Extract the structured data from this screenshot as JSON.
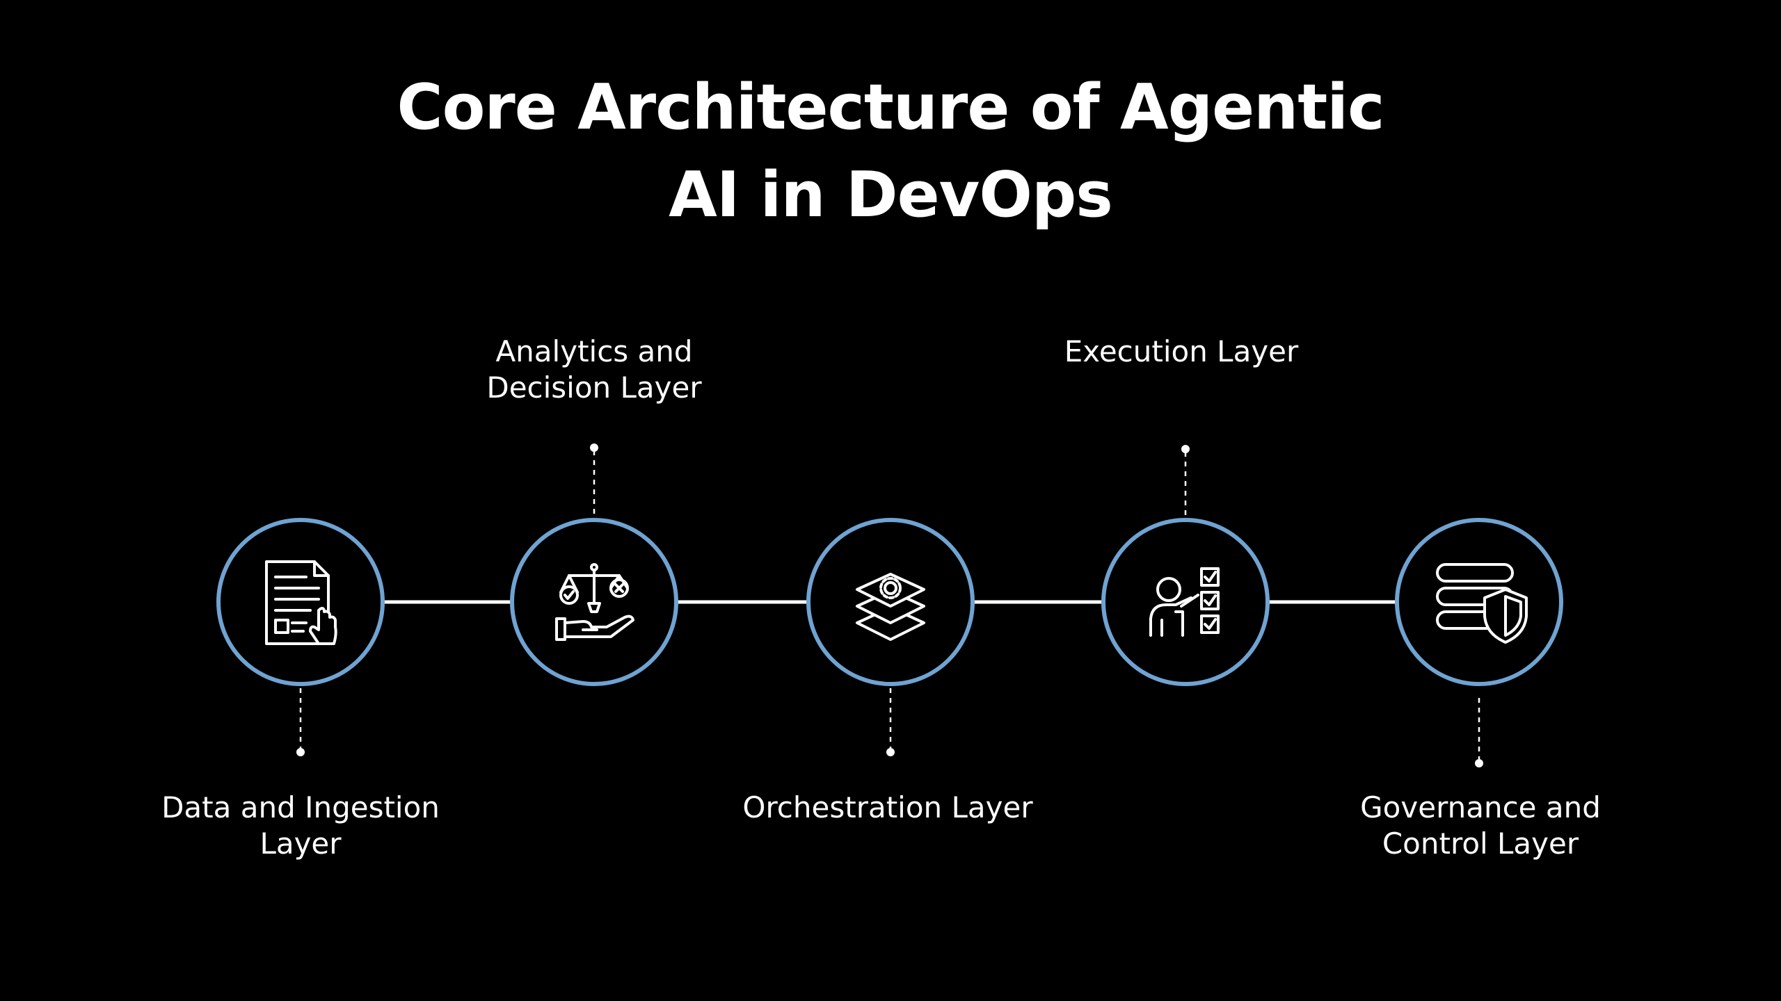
{
  "title": {
    "line1": "Core Architecture of Agentic",
    "line2": "AI in DevOps"
  },
  "colors": {
    "background": "#000000",
    "ring": "#6fa3d2",
    "connector": "#ffffff",
    "text": "#ffffff"
  },
  "layers": [
    {
      "id": "data-ingestion",
      "icon": "document-pointer-icon",
      "label_line1": "Data and Ingestion",
      "label_line2": "Layer",
      "label_position": "below"
    },
    {
      "id": "analytics-decision",
      "icon": "scale-hand-icon",
      "label_line1": "Analytics and",
      "label_line2": "Decision Layer",
      "label_position": "above"
    },
    {
      "id": "orchestration",
      "icon": "layers-gear-icon",
      "label_line1": "Orchestration Layer",
      "label_line2": "",
      "label_position": "below"
    },
    {
      "id": "execution",
      "icon": "person-checklist-icon",
      "label_line1": "Execution Layer",
      "label_line2": "",
      "label_position": "above"
    },
    {
      "id": "governance-control",
      "icon": "database-shield-icon",
      "label_line1": "Governance and",
      "label_line2": "Control Layer",
      "label_position": "below"
    }
  ]
}
